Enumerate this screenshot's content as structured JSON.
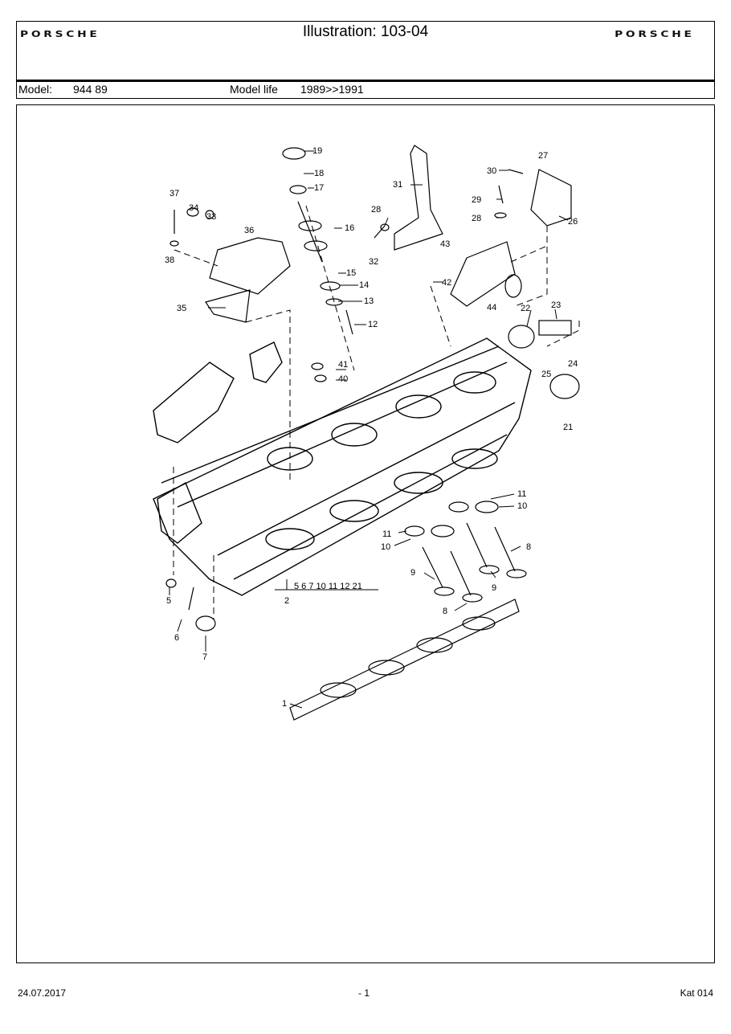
{
  "header": {
    "title": "Illustration: 103-04",
    "brand_left": "PORSCHE",
    "brand_right": "PORSCHE",
    "model_label": "Model:",
    "model_value": "944 89",
    "model_life_label": "Model life",
    "model_life_value": "1989>>1991"
  },
  "diagram": {
    "part_labels": [
      "1",
      "2",
      "5",
      "6",
      "7",
      "8",
      "9",
      "10",
      "11",
      "12",
      "13",
      "14",
      "15",
      "16",
      "17",
      "18",
      "19",
      "21",
      "22",
      "23",
      "24",
      "25",
      "26",
      "27",
      "28",
      "29",
      "30",
      "31",
      "32",
      "33",
      "34",
      "35",
      "36",
      "37",
      "38",
      "40",
      "41",
      "42",
      "43",
      "44"
    ],
    "item2_group": "5 6 7 10 11 12 21"
  },
  "footer": {
    "date": "24.07.2017",
    "page": "- 1",
    "catalog": "Kat 014"
  }
}
